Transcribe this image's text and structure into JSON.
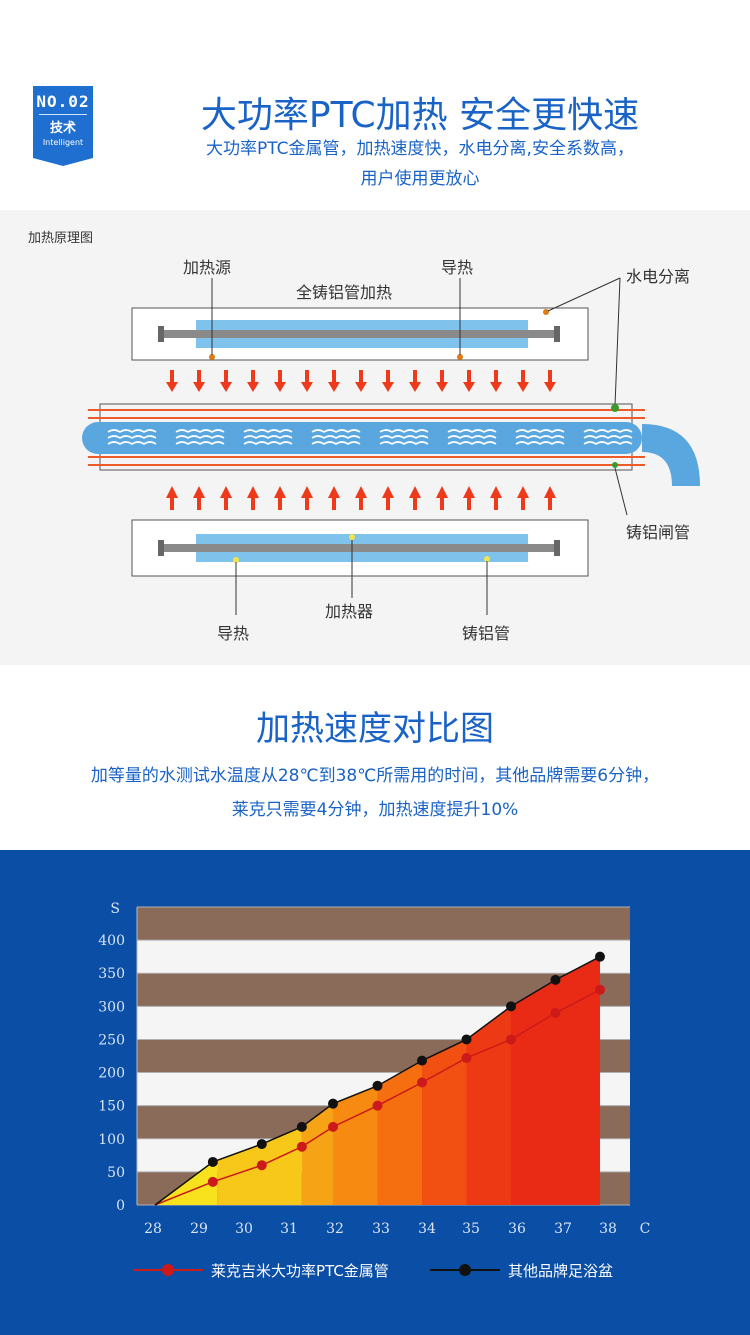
{
  "header": {
    "badge_no": "NO.02",
    "badge_label": "技术",
    "badge_en": "Intelligent",
    "title": "大功率PTC加热 安全更快速",
    "subtitle_line1": "大功率PTC金属管，加热速度快，水电分离,安全系数高，",
    "subtitle_line2": "用户使用更放心"
  },
  "diagram": {
    "caption": "加热原理图",
    "labels": {
      "heat_source": "加热源",
      "heat_conduct_top": "导热",
      "all_cast_aluminum": "全铸铝管加热",
      "water_electric": "水电分离",
      "cast_aluminum_gate": "铸铝闸管",
      "heat_conduct_bottom": "导热",
      "heater": "加热器",
      "cast_aluminum_tube": "铸铝管"
    },
    "colors": {
      "arrow": "#ee3a1a",
      "tube": "#7fc3ec",
      "pipe": "#5aa7e0",
      "rod": "#8a8a8a"
    }
  },
  "section2": {
    "title": "加热速度对比图",
    "desc_line1": "加等量的水测试水温度从28℃到38℃所需用的时间，其他品牌需要6分钟，",
    "desc_line2": "莱克只需要4分钟，加热速度提升10%"
  },
  "chart_data": {
    "type": "line",
    "title": "",
    "xlabel": "C",
    "ylabel": "S",
    "x_ticks": [
      28,
      29,
      30,
      31,
      32,
      33,
      34,
      35,
      36,
      37,
      38
    ],
    "y_ticks": [
      0,
      50,
      100,
      150,
      200,
      250,
      300,
      350,
      400
    ],
    "xlim": [
      28,
      38
    ],
    "ylim": [
      0,
      450
    ],
    "grid": true,
    "legend_position": "bottom",
    "series": [
      {
        "name": "莱克吉米大功率PTC金属管",
        "color": "#cc1a1a",
        "x": [
          28,
          29.3,
          30.4,
          31.3,
          32.0,
          33.0,
          34.0,
          35.0,
          36.0,
          37.0,
          38.0
        ],
        "values": [
          0,
          35,
          60,
          88,
          118,
          150,
          185,
          222,
          250,
          290,
          325
        ]
      },
      {
        "name": "其他品牌足浴盆",
        "color": "#111111",
        "x": [
          28,
          29.3,
          30.4,
          31.3,
          32.0,
          33.0,
          34.0,
          35.0,
          36.0,
          37.0,
          38.0
        ],
        "values": [
          0,
          65,
          92,
          118,
          153,
          180,
          218,
          250,
          300,
          340,
          375
        ]
      }
    ],
    "fill_colors": [
      "#f7e21d",
      "#f7c81a",
      "#f7a316",
      "#f78b12",
      "#f56f10",
      "#f24f12",
      "#ee3a14",
      "#e92b16"
    ]
  }
}
